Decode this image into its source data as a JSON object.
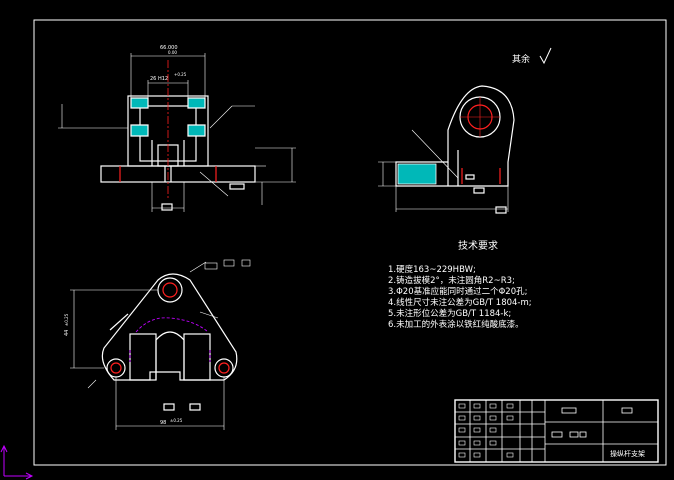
{
  "drawing": {
    "surface_note": "其余",
    "tech_title": "技术要求",
    "requirements": [
      "1.硬度163~229HBW;",
      "2.铸造拔模2°，未注圆角R2~R3;",
      "3.Φ20基准应能同时通过二个Φ20孔;",
      "4.线性尺寸未注公差为GB/T 1804-m;",
      "5.未注形位公差为GB/T 1184-k;",
      "6.未加工的外表涂以铁红纯酸底漆。"
    ],
    "title_block": {
      "part_name": "操纵杆支架"
    },
    "dims": {
      "front_width": "66.000",
      "front_width_tol": "0.00",
      "front_inner": "26 H12",
      "front_inner_tol": "+0.25",
      "top_width": "98",
      "top_width_tol": "±0.25",
      "top_height": "44",
      "top_height_tol": "±0.25"
    }
  },
  "colors": {
    "line": "#ffffff",
    "hatch": "#00d0d0",
    "red": "#ff2020",
    "dim": "#ffffff",
    "ucs": "#c000ff"
  }
}
